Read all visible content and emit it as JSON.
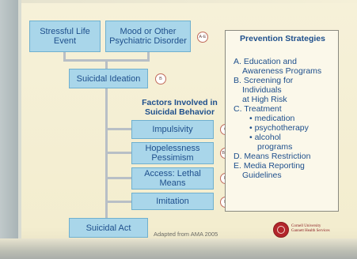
{
  "boxes": {
    "stressful_life_event": "Stressful Life Event",
    "mood_disorder": "Mood or Other Psychiatric Disorder",
    "suicidal_ideation": "Suicidal Ideation",
    "impulsivity": "Impulsivity",
    "hopelessness": "Hopelessness Pessimism",
    "access_lethal": "Access: Lethal Means",
    "imitation": "Imitation",
    "suicidal_act": "Suicidal Act"
  },
  "badges": {
    "mood": "A-E",
    "ideation": "B",
    "impulsivity": "C",
    "hopelessness": "B,C",
    "access": "D",
    "imitation": "E"
  },
  "factors_title": "Factors Involved in Suicidal Behavior",
  "prevention": {
    "title": "Prevention Strategies",
    "items": [
      "A. Education and",
      "Awareness Programs",
      "B. Screening for",
      "Individuals",
      "at High Risk",
      "C. Treatment",
      "• medication",
      "• psychotherapy",
      "• alcohol",
      "programs",
      "D. Means Restriction",
      "E. Media Reporting",
      "Guidelines"
    ]
  },
  "credit": "Adapted from AMA 2005",
  "logo": {
    "line1": "Cornell University",
    "line2": "Gannett Health Services"
  }
}
